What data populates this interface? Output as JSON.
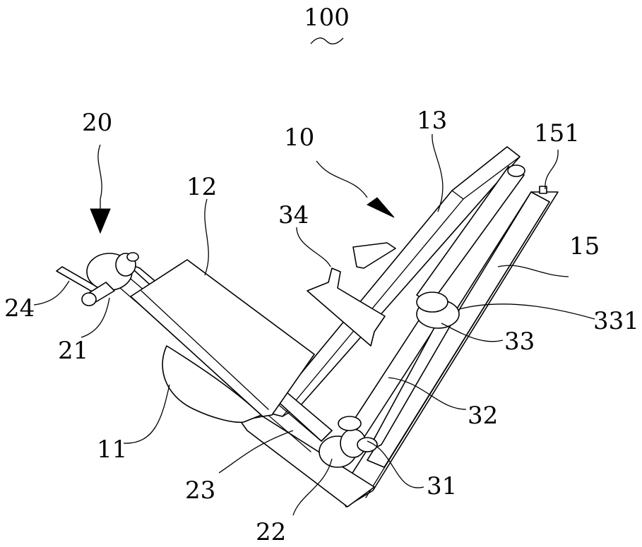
{
  "figure": {
    "title_ref": "100",
    "labels": {
      "l10": "10",
      "l11": "11",
      "l12": "12",
      "l13": "13",
      "l15": "15",
      "l151": "151",
      "l20": "20",
      "l21": "21",
      "l22": "22",
      "l23": "23",
      "l24": "24",
      "l31": "31",
      "l32": "32",
      "l33": "33",
      "l331": "331",
      "l34": "34"
    }
  }
}
